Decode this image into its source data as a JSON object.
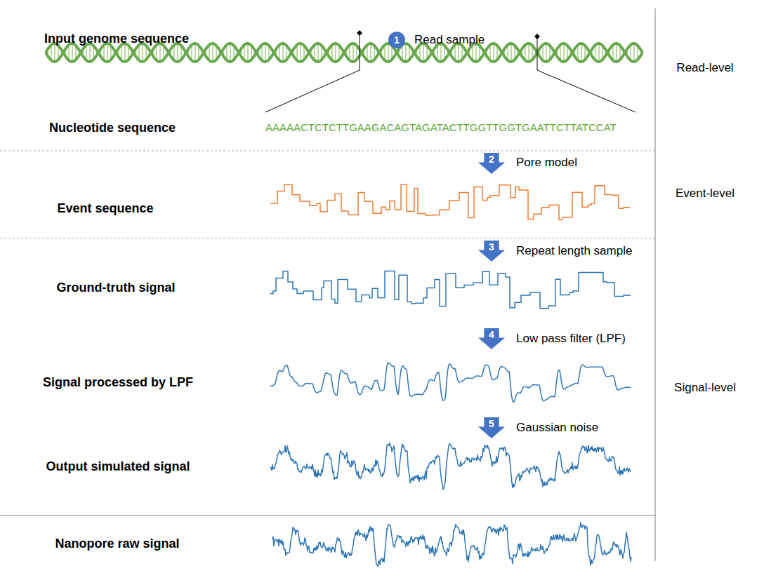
{
  "diagram": {
    "nodes": [
      {
        "text": [
          "1"
        ]
      },
      {
        "text": [
          "2"
        ]
      },
      {
        "text": [
          "3"
        ]
      },
      {
        "text": [
          "4"
        ]
      },
      {
        "text": [
          "5"
        ]
      }
    ],
    "labels": [
      "Input genome sequence",
      "Read sample",
      "Read-level",
      "Nucleotide sequence",
      "AAAAACTCTCTTGAAGACAGTAGATACTTGGTTGGTGAATTCTTATCCAT",
      "Pore model",
      "Event sequence",
      "Event-level",
      "Repeat length sample",
      "Ground-truth signal",
      "Low pass filter (LPF)",
      "Signal processed by LPF",
      "Gaussian noise",
      "Output simulated signal",
      "Signal-level",
      "Nanopore raw signal"
    ]
  }
}
